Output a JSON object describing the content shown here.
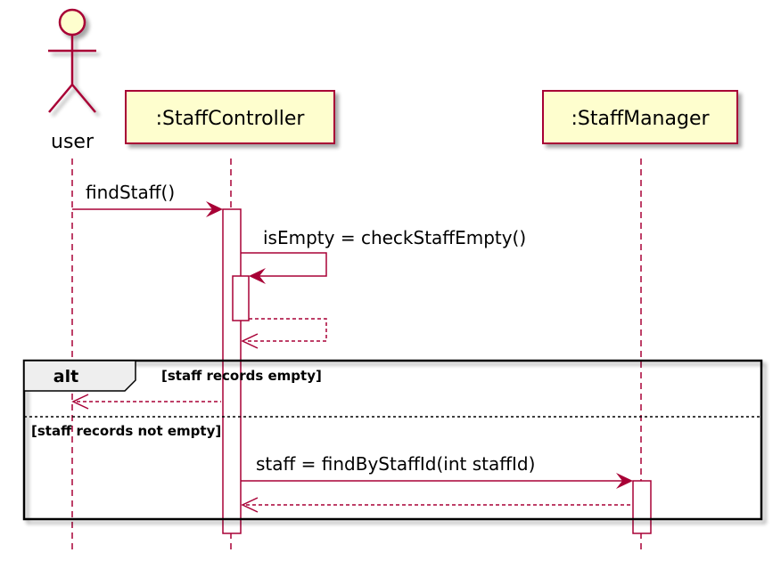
{
  "participants": {
    "actor_label": "user",
    "controller_label": ":StaffController",
    "manager_label": ":StaffManager"
  },
  "messages": {
    "find_staff": "findStaff()",
    "check_empty": "isEmpty = checkStaffEmpty()",
    "find_by_id": "staff  = findByStaffId(int staffId)"
  },
  "fragment": {
    "keyword": "alt",
    "guard_1": "[staff records empty]",
    "guard_2": "[staff records not empty]"
  },
  "colors": {
    "line": "#A80036",
    "box_fill": "#FEFECE",
    "frame": "#000000"
  }
}
